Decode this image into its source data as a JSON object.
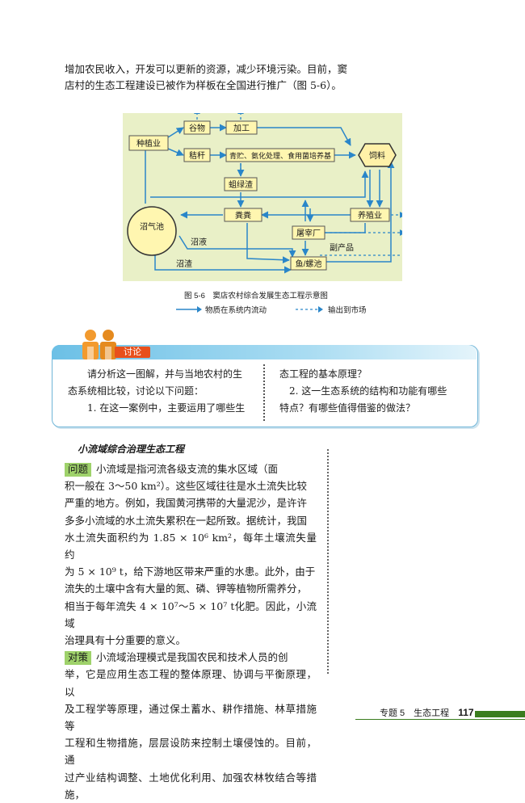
{
  "intro": {
    "line1": "增加农民收入，开发可以更新的资源，减少环境污染。目前，窦",
    "line2": "店村的生态工程建设已被作为样板在全国进行推广（图 5-6）。"
  },
  "diagram": {
    "nodes": {
      "zhongzhiye": "种植业",
      "guwu": "谷物",
      "jiagong": "加工",
      "jiegan": "秸秆",
      "qingzhu": "青贮、氨化处理、食用菌培养基",
      "siliao": "饲料",
      "shengluzha": "蛆绿渣",
      "fenni": "粪粪",
      "zhaoqichi": "沼气池",
      "yangzhiye": "养殖业",
      "tuzaichang": "屠宰厂",
      "fuchanpin": "副产品",
      "yuluochi": "鱼/螺池",
      "zhaoye": "沼液",
      "zhaozha": "沼渣"
    },
    "colors": {
      "arrow": "#2a86c9",
      "node_fill": "#fff6b0",
      "hex_fill": "#fff1a8"
    }
  },
  "caption": {
    "figure": "图 5-6　窦店农村综合发展生态工程示意图",
    "legend_solid": "物质在系统内流动",
    "legend_dashed": "输出到市场"
  },
  "discussion": {
    "tag": "讨论",
    "left": [
      "请分析这一图解，并与当地农村的生",
      "态系统相比较，讨论以下问题：",
      "1. 在这一案例中，主要运用了哪些生"
    ],
    "right": [
      "态工程的基本原理？",
      "2. 这一生态系统的结构和功能有哪些",
      "特点？有哪些值得借鉴的做法？"
    ]
  },
  "section": {
    "title": "小流域综合治理生态工程",
    "problem_tag": "问题",
    "problem_lines": [
      "小流域是指河流各级支流的集水区域（面",
      "积一般在 3～50 km²）。这些区域往往是水土流失比较",
      "严重的地方。例如，我国黄河携带的大量泥沙，是许许",
      "多多小流域的水土流失累积在一起所致。据统计，我国",
      "水土流失面积约为 1.85 × 10⁶ km²，每年土壤流失量约",
      "为 5 × 10⁹ t，给下游地区带来严重的水患。此外，由于",
      "流失的土壤中含有大量的氮、磷、钾等植物所需养分，",
      "相当于每年流失 4 × 10⁷～5 × 10⁷ t化肥。因此，小流域",
      "治理具有十分重要的意义。"
    ],
    "solution_tag": "对策",
    "solution_lines": [
      "小流域治理模式是我国农民和技术人员的创",
      "举，它是应用生态工程的整体原理、协调与平衡原理，以",
      "及工程学等原理，通过保土蓄水、耕作措施、林草措施等",
      "工程和生物措施，层层设防来控制土壤侵蚀的。目前，通",
      "过产业结构调整、土地优化利用、加强农林牧结合等措施，"
    ]
  },
  "footer": {
    "label": "专题 5　生态工程",
    "page": "117"
  }
}
